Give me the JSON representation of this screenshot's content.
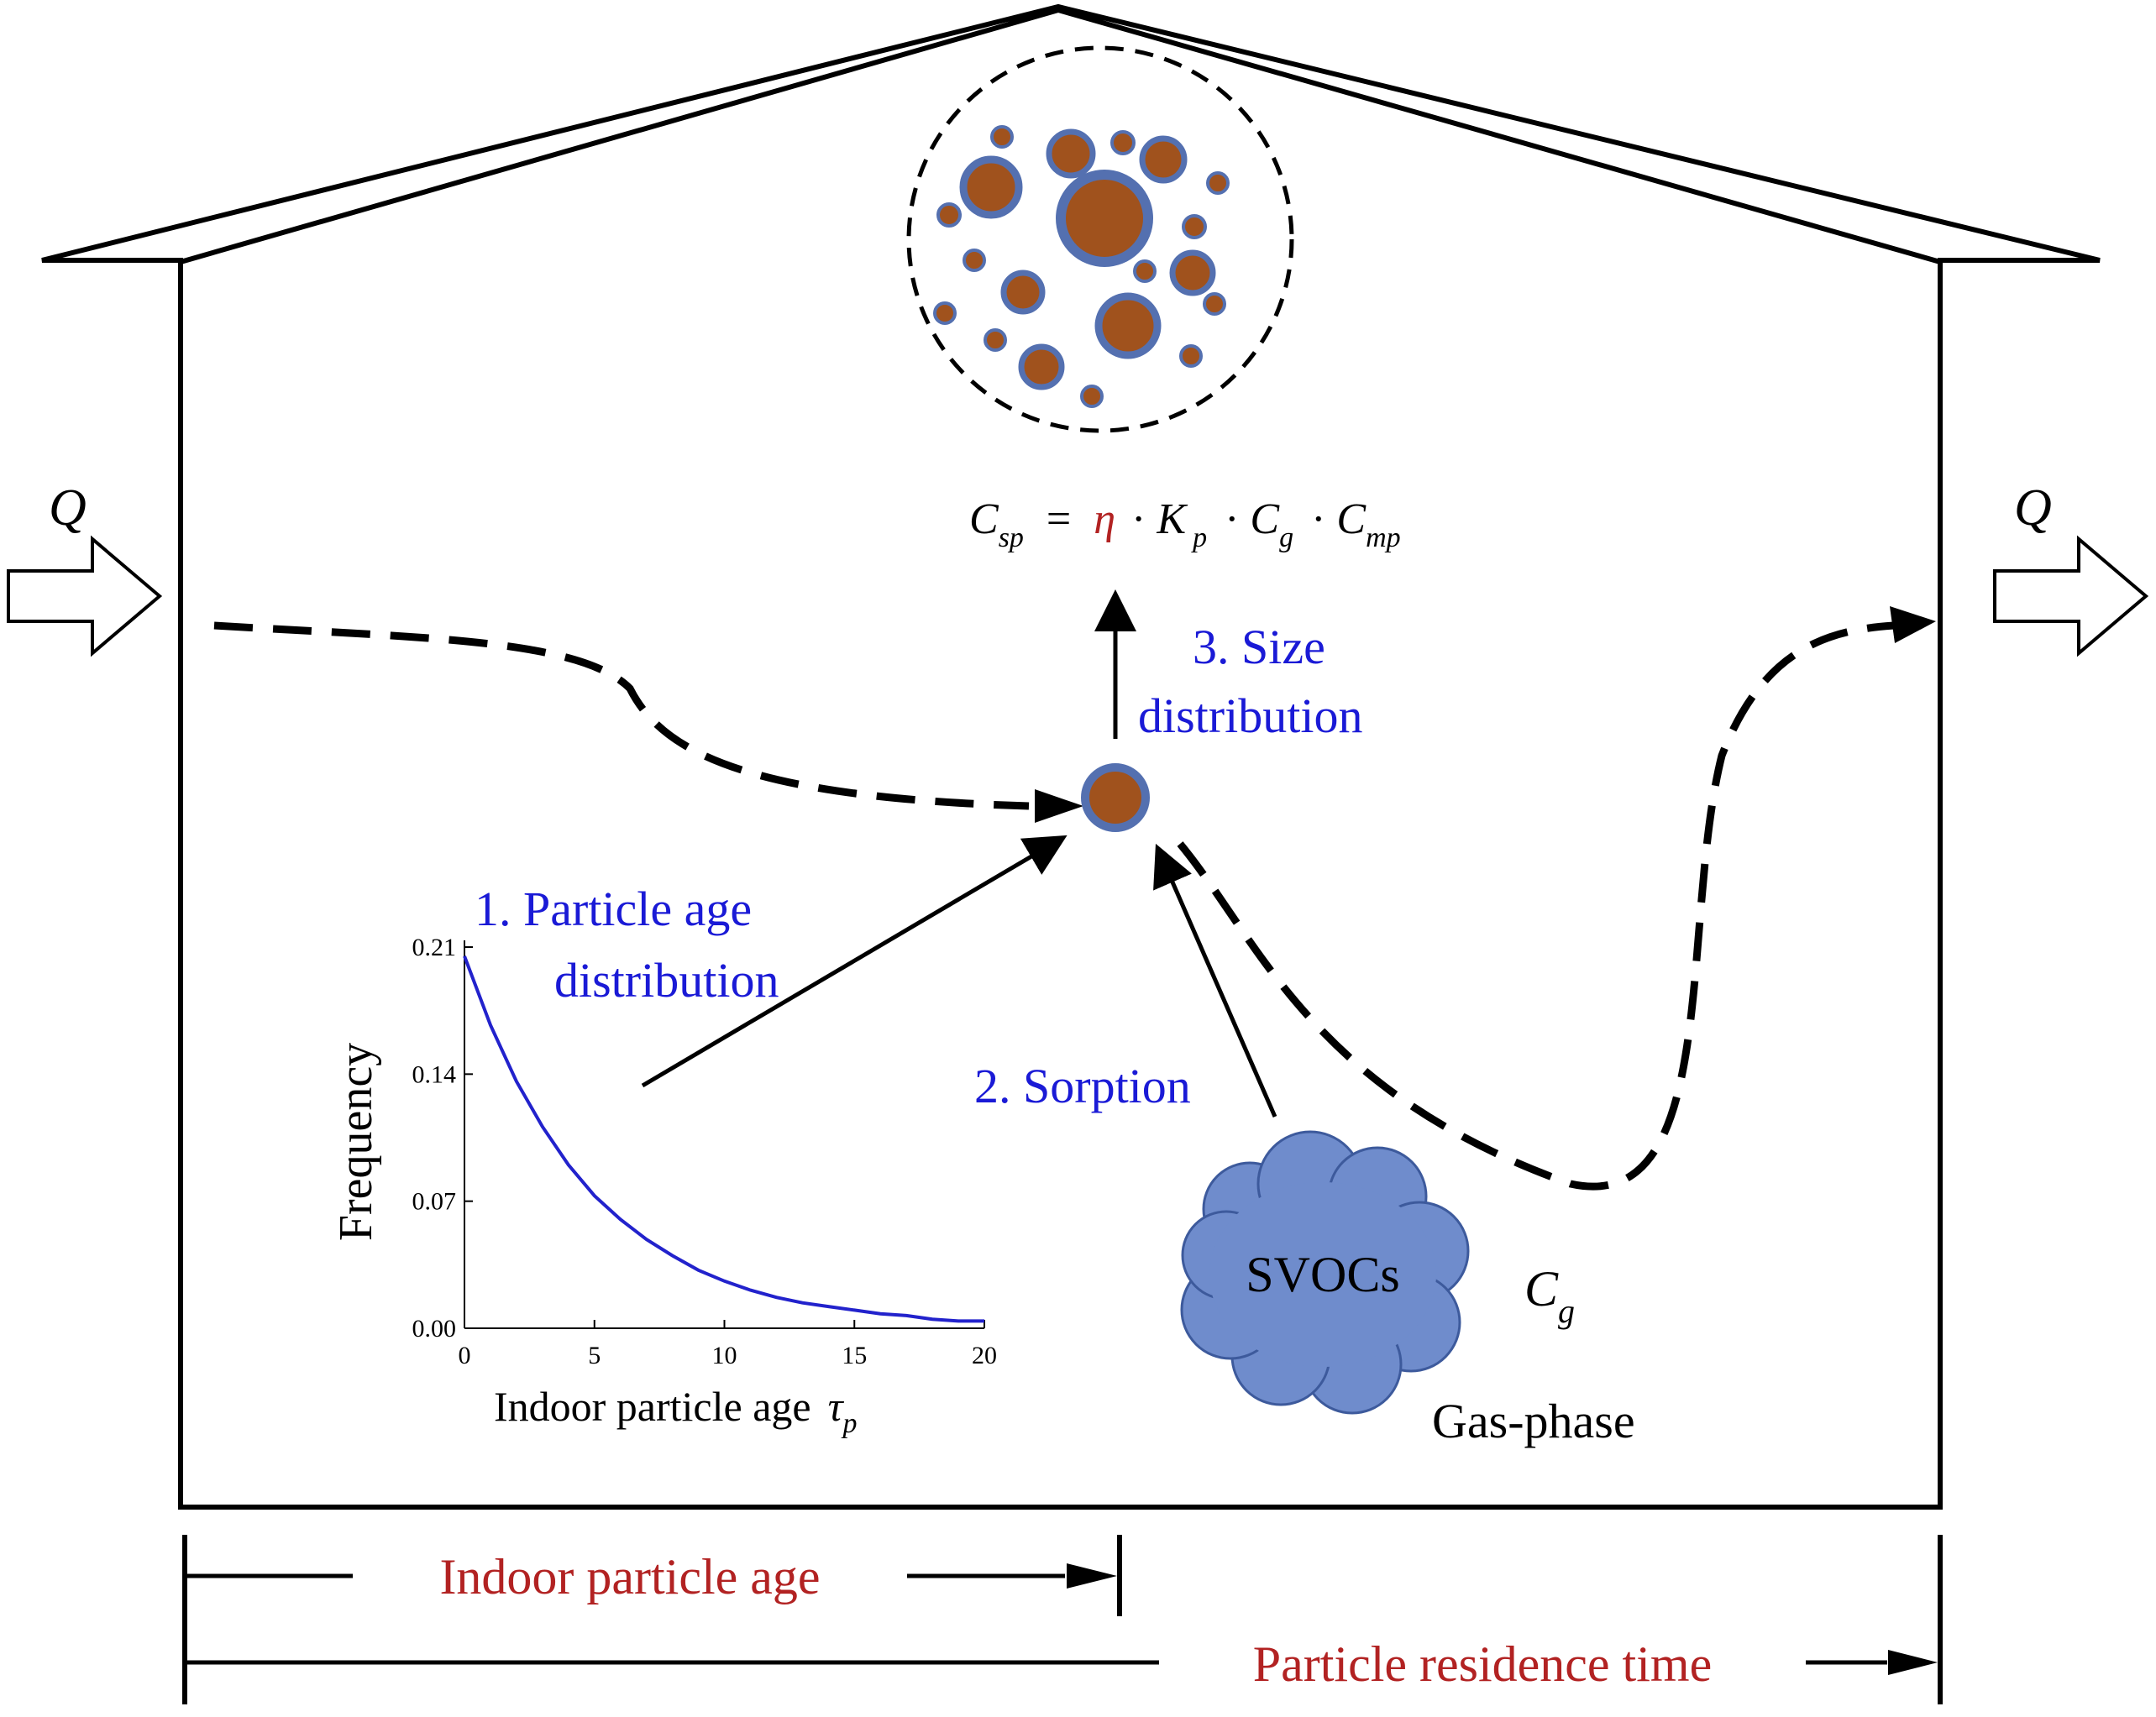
{
  "flow": {
    "inlet_label": "Q",
    "outlet_label": "Q"
  },
  "equation": {
    "lhs": "C",
    "lhs_sub": "sp",
    "equals": "=",
    "eta": "η",
    "dot": "·",
    "k": "K",
    "k_sub": "p",
    "cg": "C",
    "cg_sub": "g",
    "cmp": "C",
    "cmp_sub": "mp"
  },
  "steps": {
    "step1_line1": "1. Particle age",
    "step1_line2": "distribution",
    "step2": "2. Sorption",
    "step3_line1": "3. Size",
    "step3_line2": "distribution"
  },
  "svoc": {
    "cloud_label": "SVOCs",
    "gas_symbol": "C",
    "gas_sub": "g",
    "phase_label": "Gas-phase"
  },
  "timeline": {
    "age_label": "Indoor particle age",
    "residence_label": "Particle residence time"
  },
  "colors": {
    "blue_text": "#1a1ad6",
    "red_text": "#b22222",
    "particle_core": "#a0521d",
    "particle_shell": "#5470b0",
    "cloud_fill": "#6f8ccc",
    "curve": "#2222cc"
  },
  "chart_data": {
    "type": "line",
    "title": "",
    "xlabel": "Indoor particle age",
    "xlabel_symbol": "τ",
    "xlabel_sub": "p",
    "ylabel": "Frequency",
    "xlim": [
      0,
      20
    ],
    "ylim": [
      0,
      0.21
    ],
    "x_ticks": [
      "0",
      "5",
      "10",
      "15",
      "20"
    ],
    "y_ticks": [
      "0.00",
      "0.07",
      "0.14",
      "0.21"
    ],
    "series": [
      {
        "x": [
          0,
          1,
          2,
          3,
          4,
          5,
          6,
          7,
          8,
          9,
          10,
          11,
          12,
          13,
          14,
          15,
          16,
          17,
          18,
          19,
          20
        ],
        "values": [
          0.205,
          0.167,
          0.136,
          0.111,
          0.09,
          0.073,
          0.06,
          0.049,
          0.04,
          0.032,
          0.026,
          0.021,
          0.017,
          0.014,
          0.012,
          0.01,
          0.008,
          0.007,
          0.005,
          0.004,
          0.004
        ]
      }
    ]
  }
}
